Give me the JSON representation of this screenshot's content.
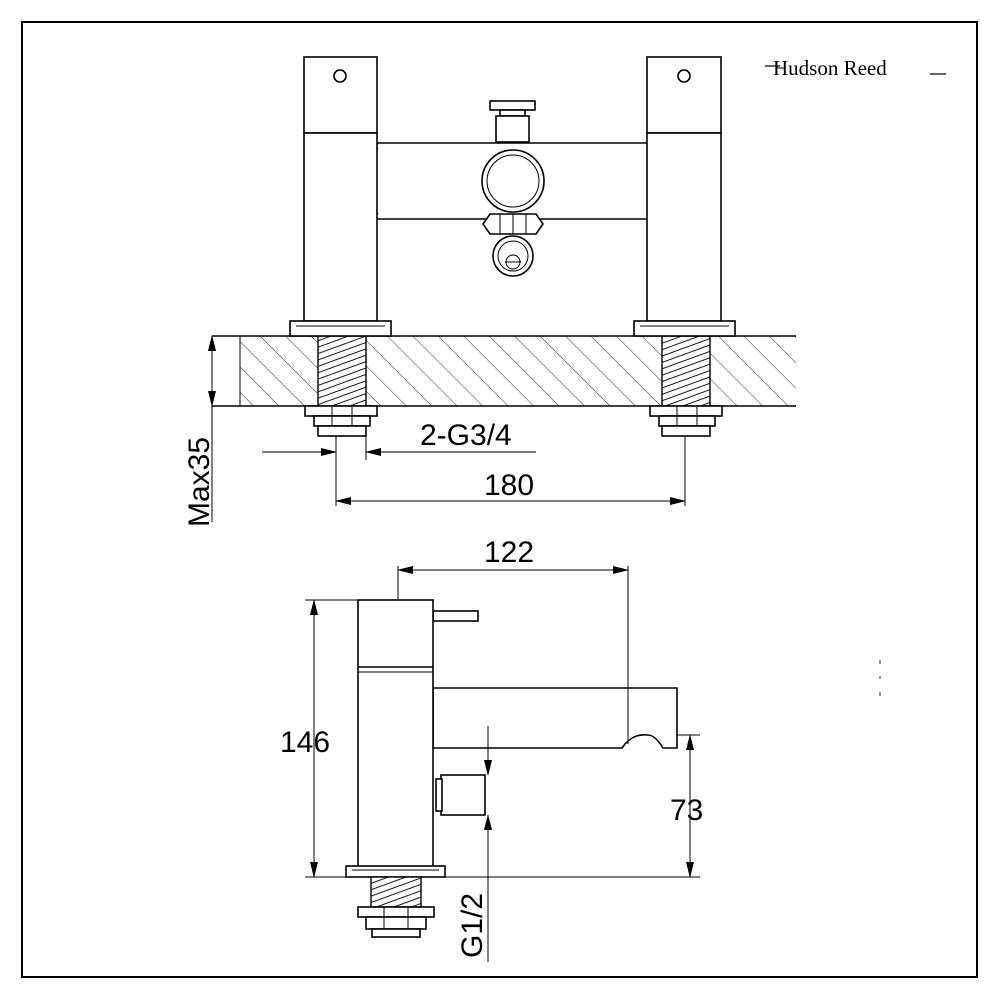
{
  "brand": {
    "name": "Hudson Reed"
  },
  "dimensions": {
    "deck_thickness": "Max35",
    "inlet_thread": "2-G3/4",
    "centres": "180",
    "spout_reach": "122",
    "overall_height": "146",
    "spout_height": "73",
    "outlet_thread": "G1/2"
  }
}
